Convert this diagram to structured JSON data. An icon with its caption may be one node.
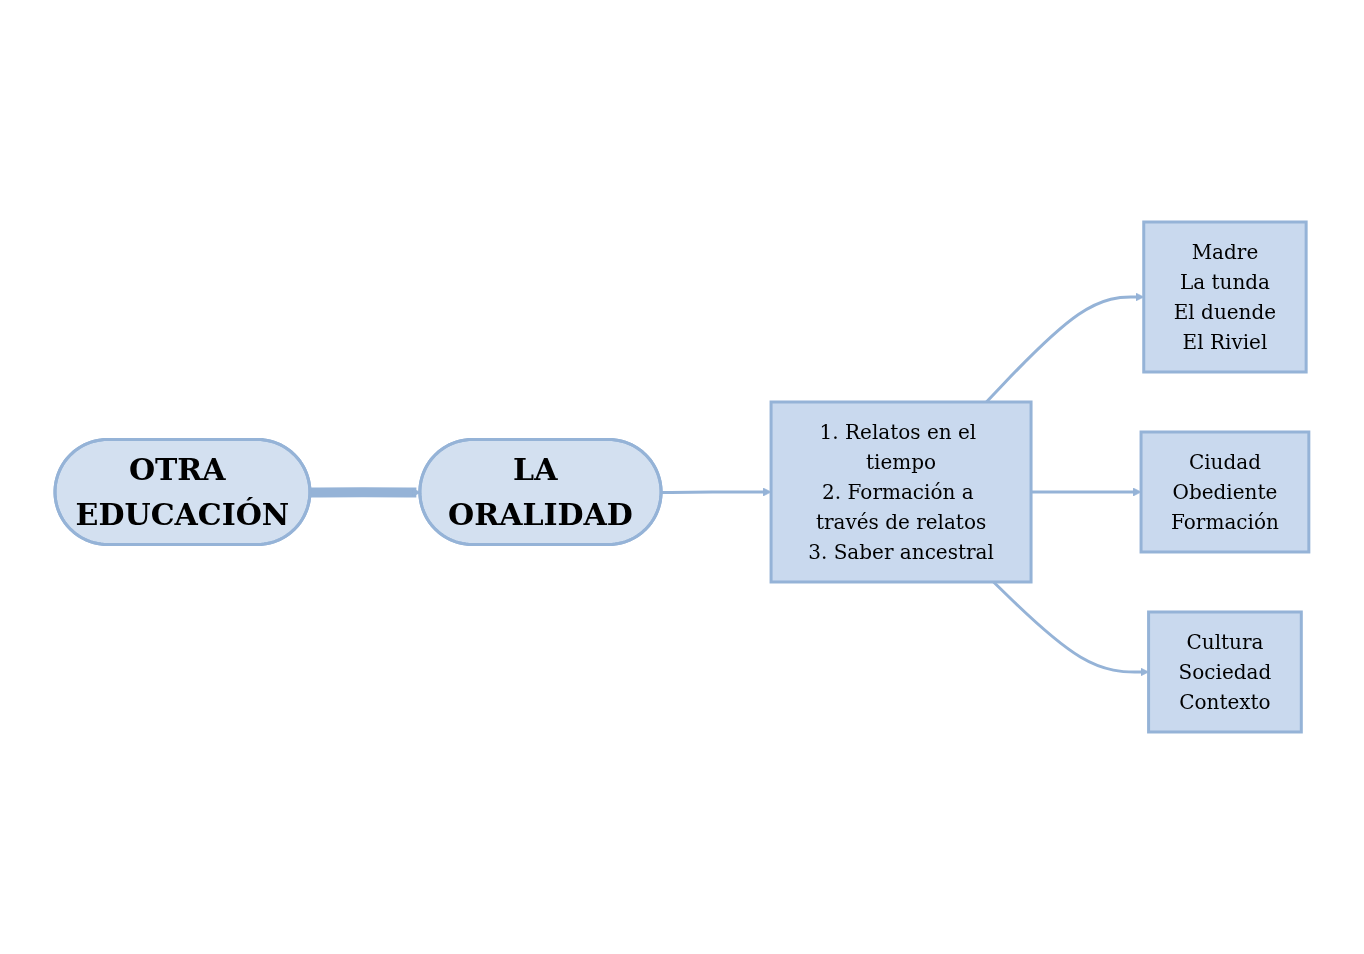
{
  "diagram": {
    "nodes": [
      {
        "text": [
          "OTRA EDUCACIÓN"
        ]
      },
      {
        "text": [
          "LA ORALIDAD"
        ]
      },
      {
        "text": [
          "1. Relatos en el tiempo",
          "2. Formación a través de relatos",
          "3. Saber ancestral"
        ]
      },
      {
        "text": [
          "Madre",
          "La tunda",
          "El duende",
          "El Riviel"
        ]
      },
      {
        "text": [
          "Ciudad",
          "Obediente",
          "Formación"
        ]
      },
      {
        "text": [
          "Cultura",
          "Sociedad",
          "Contexto"
        ]
      }
    ],
    "edges": [
      {
        "from": 0,
        "to": 1,
        "arrow": "to",
        "style": "thick"
      },
      {
        "from": 1,
        "to": 2,
        "arrow": "to"
      },
      {
        "from": 2,
        "to": 3,
        "arrow": "to"
      },
      {
        "from": 2,
        "to": 4,
        "arrow": "to"
      },
      {
        "from": 2,
        "to": 5,
        "arrow": "to"
      }
    ]
  }
}
